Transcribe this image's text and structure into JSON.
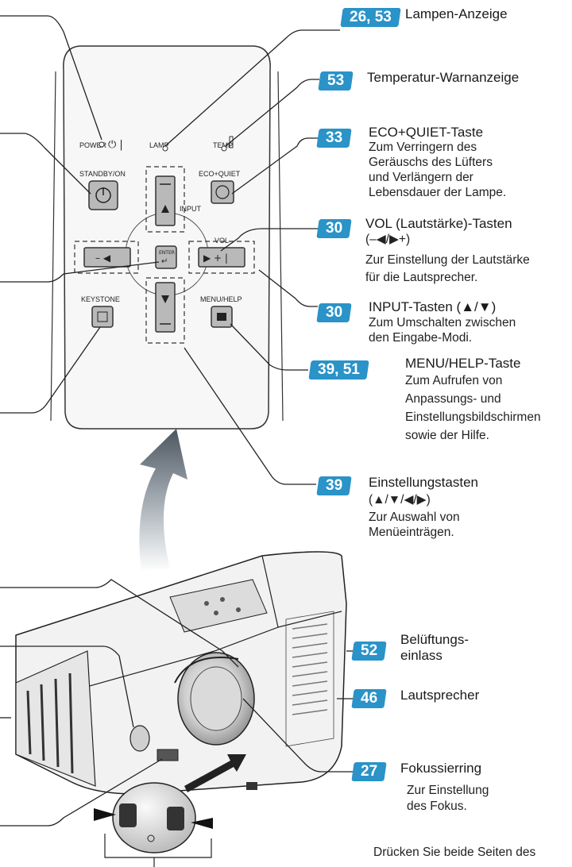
{
  "remote": {
    "power": "POWER",
    "lamp": "LAMP",
    "temp": "TEMP",
    "standby_on": "STANDBY/ON",
    "eco_quiet": "ECO+QUIET",
    "input": "INPUT",
    "vol": "VOL",
    "enter": "ENTER",
    "keystone": "KEYSTONE",
    "menu_help": "MENU/HELP"
  },
  "callouts": [
    {
      "id": "lamp",
      "pages": "26, 53",
      "label": "Lampen-Anzeige",
      "desc": []
    },
    {
      "id": "temp",
      "pages": "53",
      "label": "Temperatur-Warnanzeige",
      "desc": []
    },
    {
      "id": "eco",
      "pages": "33",
      "label": "ECO+QUIET-Taste",
      "desc": [
        "Zum Verringern des",
        "Geräuschs des Lüfters",
        "und Verlängern der",
        "Lebensdauer der Lampe."
      ]
    },
    {
      "id": "vol",
      "pages": "30",
      "label": "VOL (Lautstärke)-Tasten",
      "desc": [
        "(–◀/▶+)",
        "Zur Einstellung der Lautstärke",
        "für die Lautsprecher."
      ]
    },
    {
      "id": "input",
      "pages": "30",
      "label": "INPUT-Tasten (▲/▼)",
      "desc": [
        "Zum Umschalten zwischen",
        "den Eingabe-Modi."
      ]
    },
    {
      "id": "menu",
      "pages": "39, 51",
      "label": "MENU/HELP-Taste",
      "desc": [
        "Zum Aufrufen von",
        "Anpassungs- und",
        "Einstellungsbildschirmen",
        "sowie der Hilfe."
      ]
    },
    {
      "id": "adjust",
      "pages": "39",
      "label": "Einstellungstasten",
      "desc": [
        "(▲/▼/◀/▶)",
        "Zur Auswahl von",
        "Menüeinträgen."
      ]
    },
    {
      "id": "vent",
      "pages": "52",
      "label": "Belüftungs-",
      "desc": [
        "einlass"
      ]
    },
    {
      "id": "speaker",
      "pages": "46",
      "label": "Lautsprecher",
      "desc": []
    },
    {
      "id": "focus",
      "pages": "27",
      "label": "Fokussierring",
      "desc": [
        "Zur Einstellung",
        "des Fokus."
      ]
    }
  ],
  "footer_note": "Drücken Sie beide Seiten des"
}
